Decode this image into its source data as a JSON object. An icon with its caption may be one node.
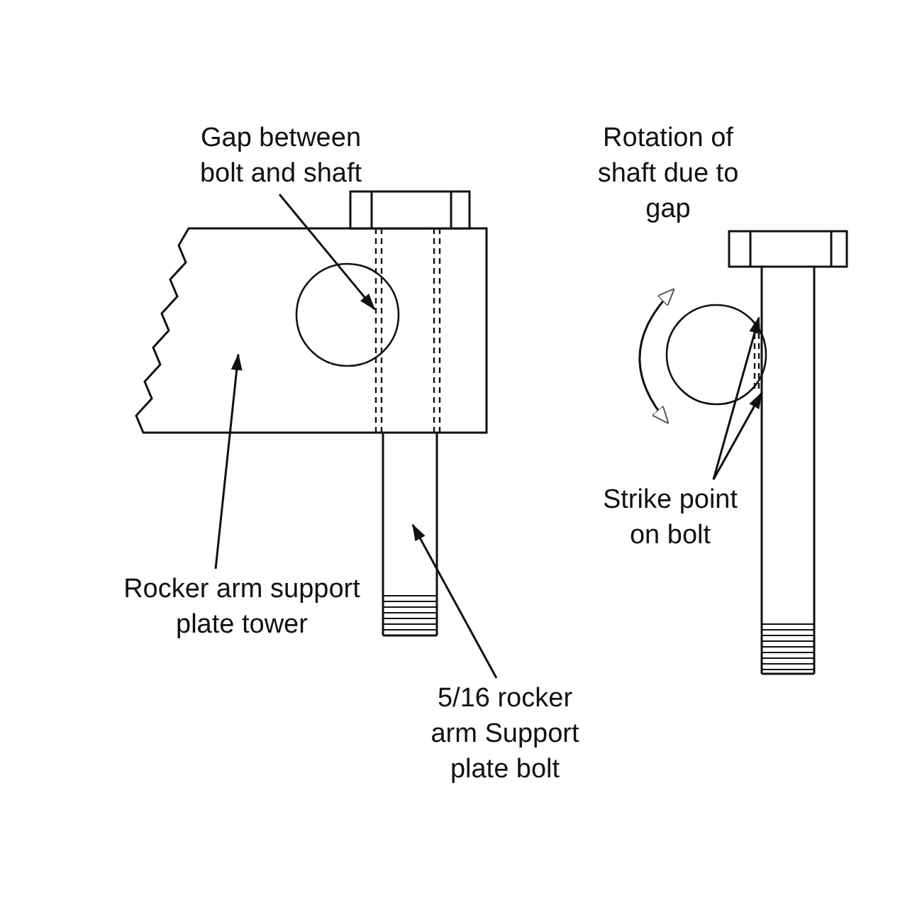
{
  "diagram": {
    "nodes": [
      {
        "text": [
          "Gap between bolt and shaft"
        ]
      },
      {
        "text": [
          "Rocker arm support plate tower"
        ]
      },
      {
        "text": [
          "5/16 rocker arm Support plate bolt"
        ]
      },
      {
        "text": [
          "Strike point on bolt"
        ]
      },
      {
        "text": [],
        "shape": "picture"
      },
      {
        "text": [],
        "shape": "picture"
      },
      {
        "text": [],
        "shape": "picture"
      }
    ],
    "edges": [
      {
        "from": 0,
        "to": 5,
        "arrow": "to"
      },
      {
        "from": 1,
        "to": 4,
        "arrow": "to"
      },
      {
        "from": 2,
        "to": 5,
        "arrow": "to"
      },
      {
        "from": 3,
        "to": 6,
        "arrow": "to"
      },
      {
        "from": 3,
        "to": 6,
        "arrow": "to"
      }
    ],
    "labels": [
      "Rotation of shaft due to gap"
    ]
  }
}
